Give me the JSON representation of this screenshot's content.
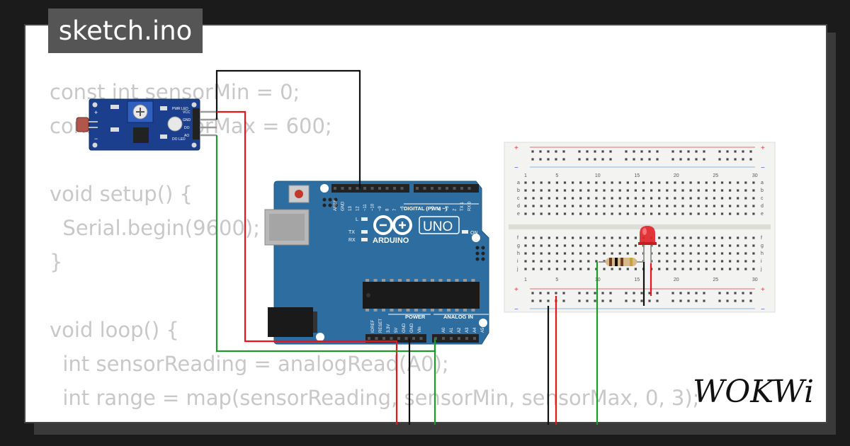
{
  "title": "sketch.ino",
  "code_lines": [
    "const int sensorMin = 0;",
    "const int sensorMax = 600;",
    "",
    "void setup() {",
    "  Serial.begin(9600);",
    "}",
    "",
    "void loop() {",
    "  int sensorReading = analogRead(A0);",
    "  int range = map(sensorReading, sensorMin, sensorMax, 0, 3);"
  ],
  "arduino": {
    "logo_text": "ARDUINO",
    "model": "UNO",
    "digital_label": "DIGITAL (PWM ~)",
    "power_label": "POWER",
    "analog_label": "ANALOG IN",
    "on_label": "ON",
    "led_l": "L",
    "led_tx": "TX",
    "led_rx": "RX",
    "digital_pins": [
      "AREF",
      "GND",
      "13",
      "12",
      "~11",
      "~10",
      "~9",
      "8",
      "7",
      "~6",
      "~5",
      "4",
      "~3",
      "2",
      "TX 1",
      "RX 0"
    ],
    "power_pins": [
      "IOREF",
      "RESET",
      "3.3V",
      "5V",
      "GND",
      "GND",
      "Vin"
    ],
    "analog_pins": [
      "A0",
      "A1",
      "A2",
      "A3",
      "A4",
      "A5"
    ]
  },
  "sensor_module": {
    "pin_labels": [
      "VCC",
      "GND",
      "DO",
      "AO"
    ],
    "pwr_led_label": "PWR LED",
    "do_led_label": "DO LED",
    "plus_label": "+",
    "minus_label": "−"
  },
  "breadboard": {
    "col_numbers": [
      "1",
      "5",
      "10",
      "15",
      "20",
      "25",
      "30"
    ],
    "rows_top": [
      "a",
      "b",
      "c",
      "d",
      "e"
    ],
    "rows_bottom": [
      "f",
      "g",
      "h",
      "i",
      "j"
    ]
  },
  "brand": "WOKWi",
  "colors": {
    "board": "#2d6d9f",
    "sensor_board": "#1b3f8c",
    "wire_red": "#e8141a",
    "wire_black": "#111111",
    "wire_green": "#1d9a2c",
    "led_red": "#e0252a"
  }
}
